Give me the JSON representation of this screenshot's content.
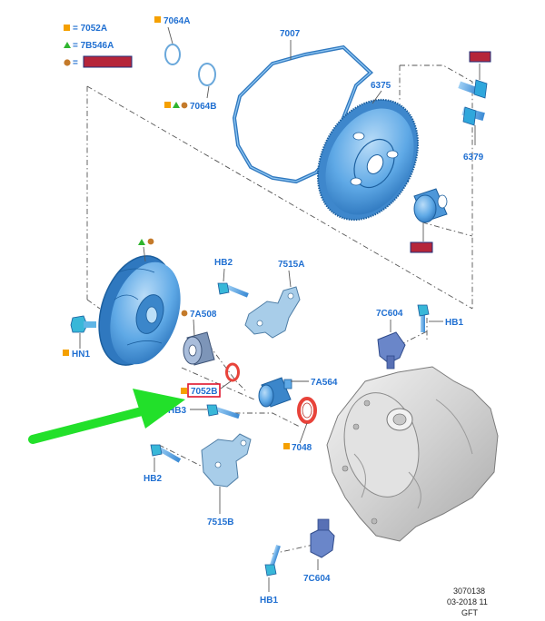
{
  "legend": [
    {
      "symbol": "square",
      "color": "#f5a000",
      "code": "7052A"
    },
    {
      "symbol": "triangle",
      "color": "#2fb52f",
      "code": "7B546A"
    },
    {
      "symbol": "circle",
      "color": "#c47a2a",
      "code": "",
      "redacted": true
    }
  ],
  "labels": {
    "l7064A": "7064A",
    "l7064B": "7064B",
    "l7007": "7007",
    "l6375": "6375",
    "l6379": "6379",
    "l7A508": "7A508",
    "l7052B": "7052B",
    "l7A564": "7A564",
    "l7515A": "7515A",
    "l7515B": "7515B",
    "l7048": "7048",
    "l7C604top": "7C604",
    "l7C604bot": "7C604",
    "lHB1a": "HB1",
    "lHB1b": "HB1",
    "lHB2a": "HB2",
    "lHB2b": "HB2",
    "lHB3": "HB3",
    "lHN1": "HN1"
  },
  "footer": {
    "number": "3070138",
    "date": "03-2018 11",
    "code": "GFT"
  },
  "colors": {
    "callout_blue": "#1f6fd1",
    "part_blue": "#5fa9e6",
    "part_blue_dark": "#2f78bf",
    "legend_orange": "#f5a000",
    "legend_green": "#2fb52f",
    "legend_brown": "#c47a2a",
    "highlight_red": "#e0142c",
    "redact_fill": "#b5253a",
    "arrow_green": "#22e02a",
    "housing_grey": "#d7d7d7"
  }
}
